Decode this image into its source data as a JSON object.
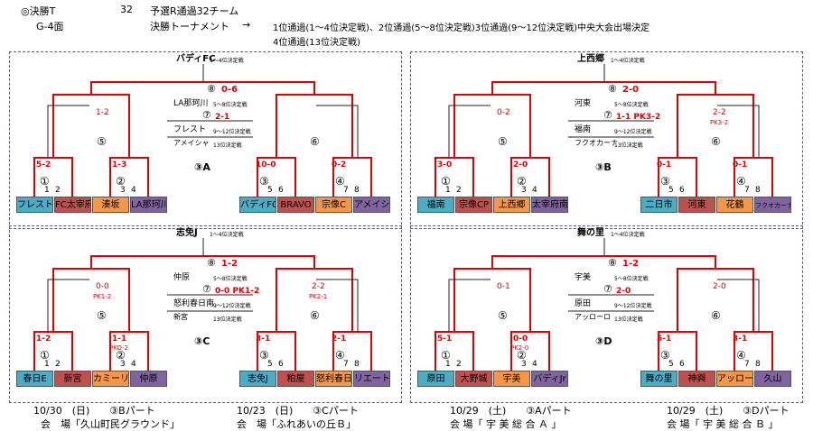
{
  "header": {
    "title": "◎決勝T",
    "count": "32",
    "subtitle": "予選R通過32チーム",
    "court": "G-4面",
    "tournament": "決勝トーナメント",
    "arrow": "→",
    "note1": "1位通過(1～4位決定戦)、2位通過(5～8位決定戦)3位通過(9～12位決定戦)中央大会出場決定",
    "note2": "4位通過(13位決定戦)"
  },
  "legend": {
    "p1_4": "1～4位決定戦",
    "p5_8": "5～8位決定戦",
    "p9_12": "9～12位決定戦",
    "p13": "13位決定戦"
  },
  "panels": [
    {
      "part": "③A",
      "teams": [
        "フレスト",
        "FC太宰府",
        "湊坂",
        "LA那珂川",
        "バディFC",
        "BRAVO",
        "宗像C",
        "アメイシャ"
      ],
      "team_colors": [
        "#4bacc6",
        "#c0504d",
        "#f79646",
        "#8064a2",
        "#4bacc6",
        "#c0504d",
        "#f79646",
        "#8064a2"
      ],
      "seeds": [
        "1",
        "2",
        "3",
        "4",
        "5",
        "6",
        "7",
        "8"
      ],
      "match_nums": [
        "①",
        "②",
        "③",
        "④",
        "⑤",
        "⑥",
        "⑦",
        "⑧"
      ],
      "scores": [
        "5-2",
        "1-3",
        "10-0",
        "0-2",
        "1-2",
        "",
        "2-1",
        "0-6"
      ],
      "scores_sub": [
        "",
        "",
        "",
        "",
        "",
        "",
        "",
        ""
      ],
      "winner": "バディFC",
      "m7_teams": [
        "LA那珂川",
        "フレスト"
      ],
      "m7_label": "⑦",
      "m13_team": "アメイシャ",
      "m8_label": "⑧"
    },
    {
      "part": "③B",
      "teams": [
        "福南",
        "宗像CP",
        "上西郷",
        "太宰府南",
        "二日市",
        "河東",
        "花鶴",
        "フクオカーナ"
      ],
      "team_colors": [
        "#4bacc6",
        "#c0504d",
        "#f79646",
        "#8064a2",
        "#4bacc6",
        "#c0504d",
        "#f79646",
        "#8064a2"
      ],
      "seeds": [
        "1",
        "2",
        "3",
        "4",
        "5",
        "6",
        "7",
        "8"
      ],
      "match_nums": [
        "①",
        "②",
        "③",
        "④",
        "⑤",
        "⑥",
        "⑦",
        "⑧"
      ],
      "scores": [
        "3-0",
        "2-0",
        "0-1",
        "0-1",
        "0-2",
        "2-2",
        "1-1 PK3-2",
        "2-0"
      ],
      "scores_sub": [
        "",
        "",
        "",
        "",
        "",
        "PK3-2",
        "",
        ""
      ],
      "winner": "上西郷",
      "m7_teams": [
        "河東",
        "福南"
      ],
      "m7_label": "⑦",
      "m13_team": "フクオカーナ",
      "m8_label": "⑧"
    },
    {
      "part": "③C",
      "teams": [
        "春日E",
        "新宮",
        "カミーリア",
        "仲原",
        "志免J",
        "粕屋",
        "怒利春日南",
        "リエート"
      ],
      "team_colors": [
        "#4bacc6",
        "#c0504d",
        "#f79646",
        "#8064a2",
        "#4bacc6",
        "#c0504d",
        "#f79646",
        "#8064a2"
      ],
      "seeds": [
        "1",
        "2",
        "3",
        "4",
        "5",
        "6",
        "7",
        "8"
      ],
      "match_nums": [
        "①",
        "②",
        "③",
        "④",
        "⑤",
        "⑥",
        "⑦",
        "⑧"
      ],
      "scores": [
        "1-2",
        "1-1",
        "3-1",
        "2-1",
        "0-0",
        "2-2",
        "0-0 PK1-2",
        "1-2"
      ],
      "scores_sub": [
        "",
        "PKO-2",
        "",
        "",
        "PK1-2",
        "PK2-1",
        "",
        ""
      ],
      "winner": "志免J",
      "m7_teams": [
        "仲原",
        "怒利春日南"
      ],
      "m7_label": "⑦",
      "m13_team": "新宮",
      "m8_label": "⑧"
    },
    {
      "part": "③D",
      "teams": [
        "原田",
        "大野城",
        "宇美",
        "バディJr",
        "舞の里",
        "神興",
        "アッローロ",
        "久山"
      ],
      "team_colors": [
        "#4bacc6",
        "#c0504d",
        "#f79646",
        "#8064a2",
        "#4bacc6",
        "#c0504d",
        "#f79646",
        "#8064a2"
      ],
      "seeds": [
        "1",
        "2",
        "3",
        "4",
        "5",
        "6",
        "7",
        "8"
      ],
      "match_nums": [
        "①",
        "②",
        "③",
        "④",
        "⑤",
        "⑥",
        "⑦",
        "⑧"
      ],
      "scores": [
        "5-1",
        "0-0",
        "5-1",
        "3-1",
        "0-1",
        "2-0",
        "2-0",
        "1-2"
      ],
      "scores_sub": [
        "",
        "PK2-0",
        "",
        "",
        "",
        "",
        "",
        ""
      ],
      "winner": "舞の里",
      "m7_teams": [
        "宇美",
        "原田"
      ],
      "m7_label": "⑦",
      "m13_team": "アッローロ",
      "m8_label": "⑧"
    }
  ],
  "footers": [
    {
      "date": "10/30　(日)　　③Bパート",
      "venue": "会　場「久山町民グラウンド」"
    },
    {
      "date": "10/23　(日)　　③Cパート",
      "venue": "会　場「ふれあいの丘Ｂ」"
    },
    {
      "date": "10/29　(土)　　③Aパート",
      "venue": "会 場「 宇 美 総 合 Ａ 」"
    },
    {
      "date": "10/29　(土)　　③Dパート",
      "venue": "会 場「 宇 美 総 合 Ｂ 」"
    }
  ]
}
